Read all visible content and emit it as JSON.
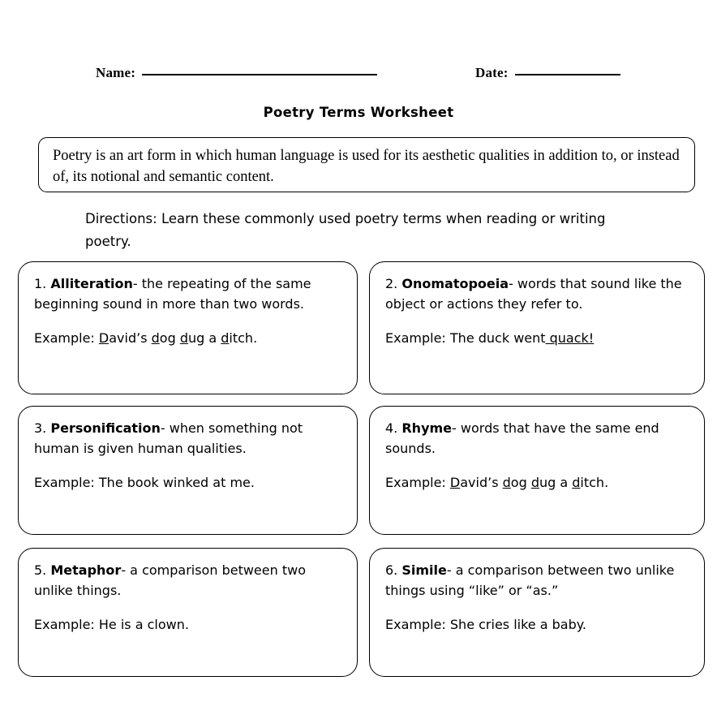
{
  "header": {
    "name_label": "Name:",
    "date_label": "Date:",
    "name_value": "",
    "date_value": "",
    "title": "Poetry Terms Worksheet"
  },
  "intro": {
    "text": "Poetry is an art form in which human language is used for its aesthetic qualities in addition to, or instead of, its notional and semantic content."
  },
  "directions": {
    "text": "Directions: Learn these commonly used poetry terms when reading or writing poetry."
  },
  "terms": [
    {
      "number": "1.",
      "name": "Alliteration",
      "definition": "- the repeating of the same beginning sound in more than two words.",
      "example_label": "Example:",
      "example_parts": [
        {
          "text": " ",
          "underline": false
        },
        {
          "text": "D",
          "underline": true
        },
        {
          "text": "avid’s ",
          "underline": false
        },
        {
          "text": "d",
          "underline": true
        },
        {
          "text": "og ",
          "underline": false
        },
        {
          "text": "d",
          "underline": true
        },
        {
          "text": "ug a ",
          "underline": false
        },
        {
          "text": "d",
          "underline": true
        },
        {
          "text": "itch.",
          "underline": false
        }
      ]
    },
    {
      "number": "2.",
      "name": "Onomatopoeia",
      "definition": "- words that sound like the object or actions they refer to.",
      "example_label": "Example:",
      "example_parts": [
        {
          "text": " The duck went",
          "underline": false
        },
        {
          "text": " quack!",
          "underline": true
        }
      ]
    },
    {
      "number": "3.",
      "name": "Personification",
      "definition": "- when something not human is given human qualities.",
      "example_label": "Example:",
      "example_parts": [
        {
          "text": " The book winked at me.",
          "underline": false
        }
      ]
    },
    {
      "number": "4.",
      "name": "Rhyme",
      "definition": "- words that have the same end sounds.",
      "example_label": "Example:",
      "example_parts": [
        {
          "text": " ",
          "underline": false
        },
        {
          "text": "D",
          "underline": true
        },
        {
          "text": "avid’s ",
          "underline": false
        },
        {
          "text": "d",
          "underline": true
        },
        {
          "text": "og ",
          "underline": false
        },
        {
          "text": "d",
          "underline": true
        },
        {
          "text": "ug a ",
          "underline": false
        },
        {
          "text": "d",
          "underline": true
        },
        {
          "text": "itch.",
          "underline": false
        }
      ]
    },
    {
      "number": "5.",
      "name": "Metaphor",
      "definition": "- a comparison between two unlike things.",
      "example_label": "Example:",
      "example_parts": [
        {
          "text": " He is a clown.",
          "underline": false
        }
      ]
    },
    {
      "number": "6.",
      "name": "Simile",
      "definition": "- a comparison between two unlike things using “like” or “as.”",
      "example_label": "Example:",
      "example_parts": [
        {
          "text": " She cries like a baby.",
          "underline": false
        }
      ]
    }
  ],
  "colors": {
    "ink": "#000000",
    "page": "#ffffff"
  }
}
